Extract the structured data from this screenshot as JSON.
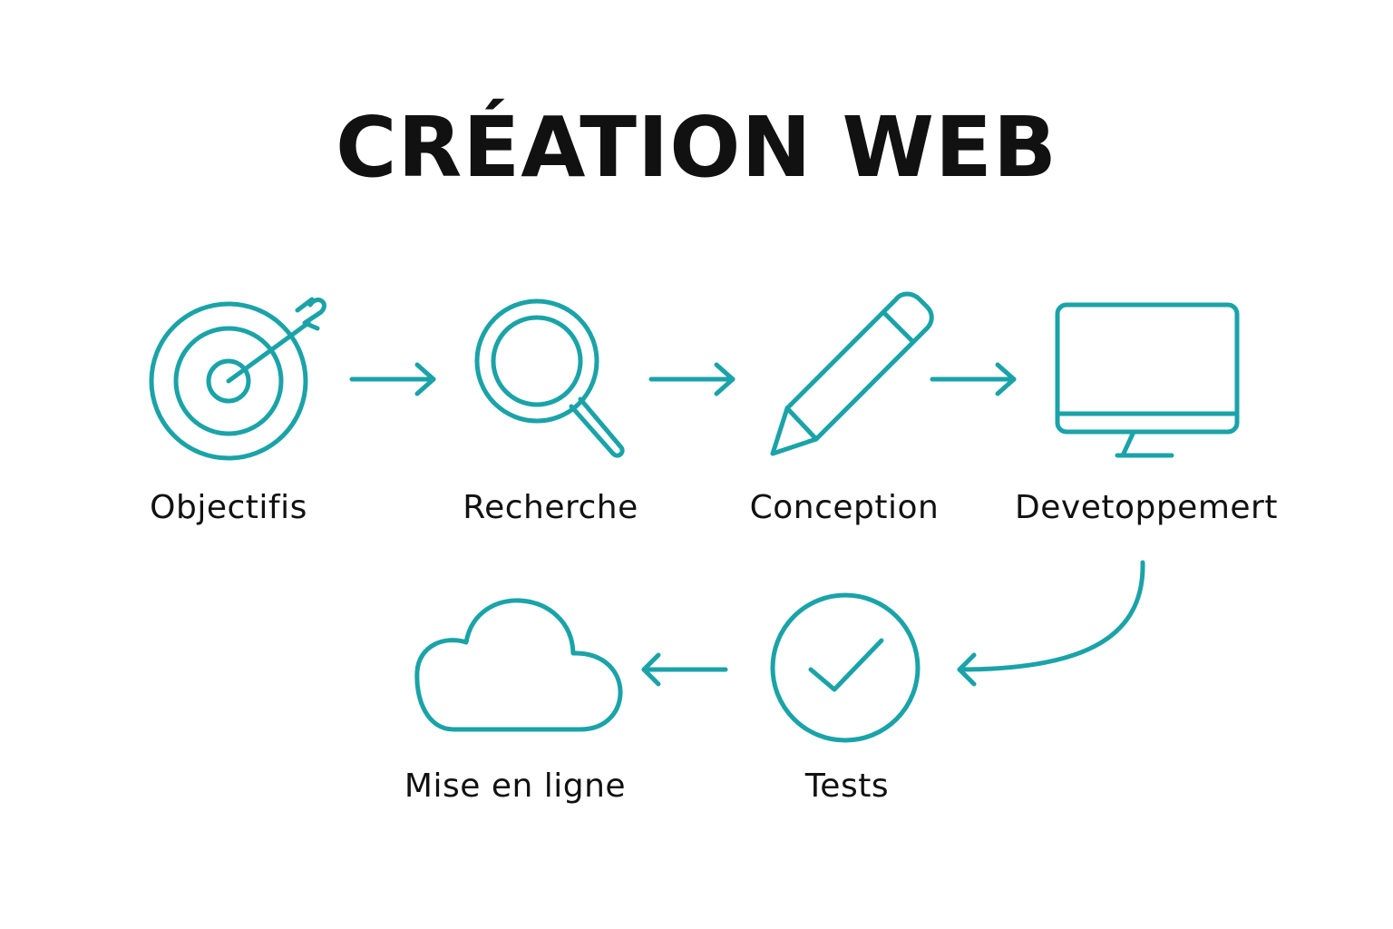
{
  "title": "CRÉATION WEB",
  "accent_color": "#1aa3a8",
  "text_color": "#111111",
  "steps": [
    {
      "label": "Objectifis",
      "icon": "target-icon"
    },
    {
      "label": "Recherche",
      "icon": "magnifier-icon"
    },
    {
      "label": "Conception",
      "icon": "pencil-icon"
    },
    {
      "label": "Devetoppemert",
      "icon": "monitor-icon"
    },
    {
      "label": "Tests",
      "icon": "check-circle-icon"
    },
    {
      "label": "Mise en ligne",
      "icon": "cloud-icon"
    }
  ]
}
